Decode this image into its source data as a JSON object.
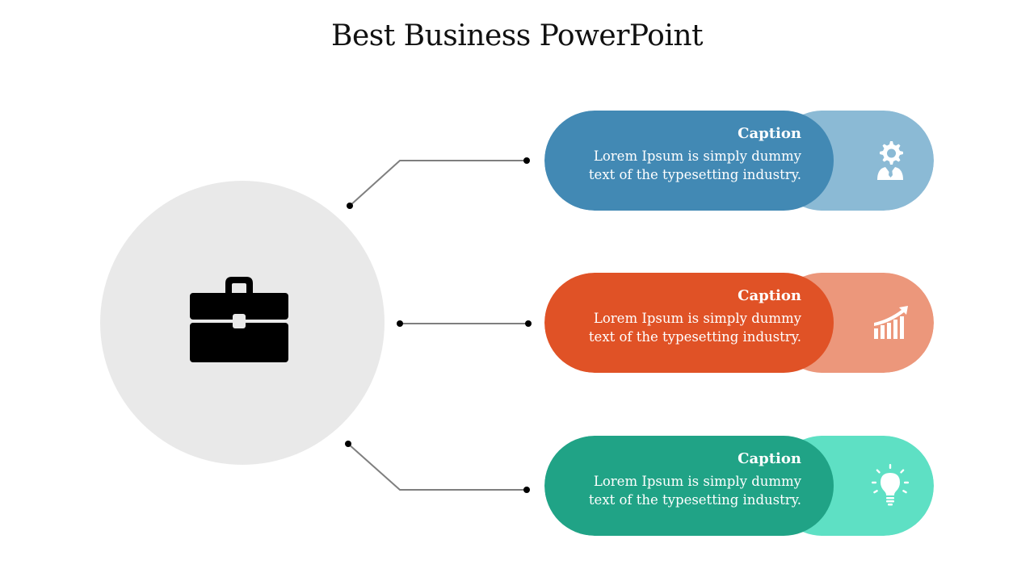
{
  "title": "Best Business PowerPoint",
  "center": {
    "icon": "briefcase-icon",
    "circle_color": "#e9e9e9",
    "icon_color": "#000000"
  },
  "items": [
    {
      "caption": "Caption",
      "text_line1": "Lorem Ipsum is simply dummy",
      "text_line2": "text of the typesetting industry.",
      "icon": "gear-person-icon",
      "main_color": "#4289b4",
      "cap_color": "#8bbad5"
    },
    {
      "caption": "Caption",
      "text_line1": "Lorem Ipsum is simply dummy",
      "text_line2": "text of the typesetting industry.",
      "icon": "growth-chart-icon",
      "main_color": "#e05226",
      "cap_color": "#ec977b"
    },
    {
      "caption": "Caption",
      "text_line1": "Lorem Ipsum is simply dummy",
      "text_line2": "text of the typesetting industry.",
      "icon": "lightbulb-icon",
      "main_color": "#20a386",
      "cap_color": "#5ee0c4"
    }
  ]
}
